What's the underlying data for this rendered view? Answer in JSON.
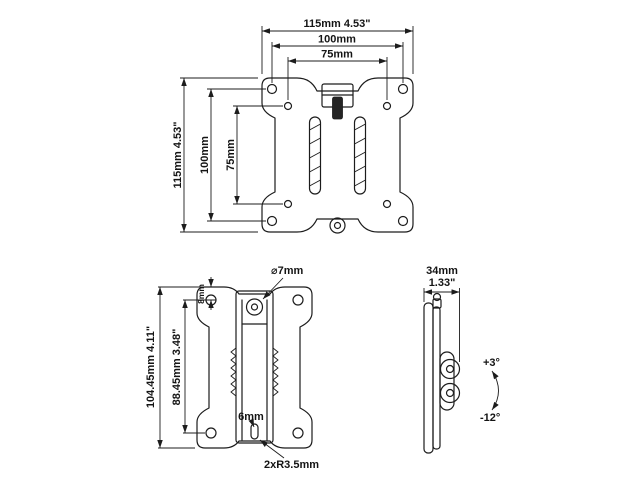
{
  "views": {
    "front": {
      "width_outer": "115mm 4.53\"",
      "width_mid": "100mm",
      "width_inner": "75mm",
      "height_outer": "115mm 4.53\"",
      "height_mid": "100mm",
      "height_inner": "75mm"
    },
    "wall": {
      "hole_diameter": "⌀7mm",
      "offset_top": "8mm",
      "height_outer": "104.45mm 4.11\"",
      "height_inner": "88.45mm 3.48\"",
      "slot_width": "6mm",
      "slot_radius": "2xR3.5mm"
    },
    "side": {
      "depth_mm": "34mm",
      "depth_in": "1.33\"",
      "tilt_up": "+3°",
      "tilt_down": "-12°"
    }
  }
}
